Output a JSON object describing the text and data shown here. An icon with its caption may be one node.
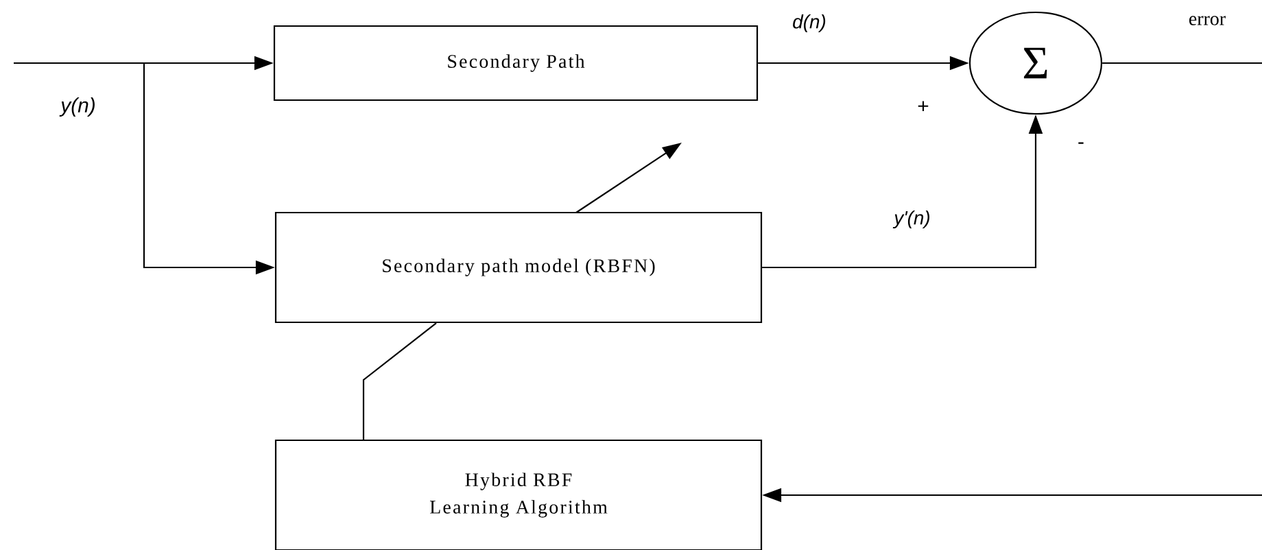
{
  "diagram": {
    "nodes": [
      {
        "text": [
          "Secondary Path"
        ]
      },
      {
        "text": [
          "Secondary path model (RBFN)"
        ]
      },
      {
        "text": [
          "Σ"
        ]
      },
      {
        "text": [
          "Hybrid RBF Learning Algorithm"
        ]
      }
    ],
    "edges": [
      {
        "from": null,
        "to": 0,
        "arrow": "to"
      },
      {
        "from": null,
        "to": 1,
        "arrow": "to"
      },
      {
        "from": 0,
        "to": 2,
        "arrow": "to",
        "label": "d(n)"
      },
      {
        "from": 1,
        "to": 2,
        "arrow": "to",
        "label": "y'(n)"
      },
      {
        "from": 2,
        "to": null,
        "arrow": "none",
        "label": "error"
      },
      {
        "from": null,
        "to": 3,
        "arrow": "to"
      },
      {
        "from": 3,
        "to": 1,
        "arrow": "none"
      }
    ],
    "labels": [
      "y(n)",
      "+",
      "-"
    ]
  }
}
